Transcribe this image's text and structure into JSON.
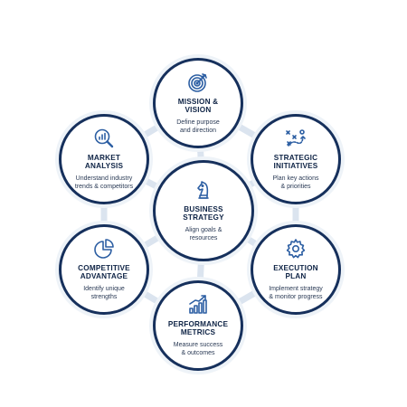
{
  "center": {
    "title": "BUSINESS\nSTRATEGY",
    "description": "Align goals &\nresources",
    "icon": "knight-chess-icon"
  },
  "nodes": {
    "mission": {
      "title": "MISSION &\nVISION",
      "description": "Define purpose\nand direction",
      "icon": "target-icon"
    },
    "market": {
      "title": "MARKET\nANALYSIS",
      "description": "Understand industry\ntrends & competitors",
      "icon": "magnifier-chart-icon"
    },
    "strategic": {
      "title": "STRATEGIC\nINITIATIVES",
      "description": "Plan key actions\n& priorities",
      "icon": "play-diagram-icon"
    },
    "competitive": {
      "title": "COMPETITIVE\nADVANTAGE",
      "description": "Identify unique\nstrengths",
      "icon": "pie-chart-icon"
    },
    "execution": {
      "title": "EXECUTION\nPLAN",
      "description": "Implement strategy\n& monitor progress",
      "icon": "gear-icon"
    },
    "performance": {
      "title": "PERFORMANCE\nMETRICS",
      "description": "Measure success\n& outcomes",
      "icon": "bar-chart-growth-icon"
    }
  },
  "colors": {
    "border": "#16305c",
    "icon": "#2d5fa3",
    "connector": "#dbe4ef",
    "title": "#0f2446"
  }
}
